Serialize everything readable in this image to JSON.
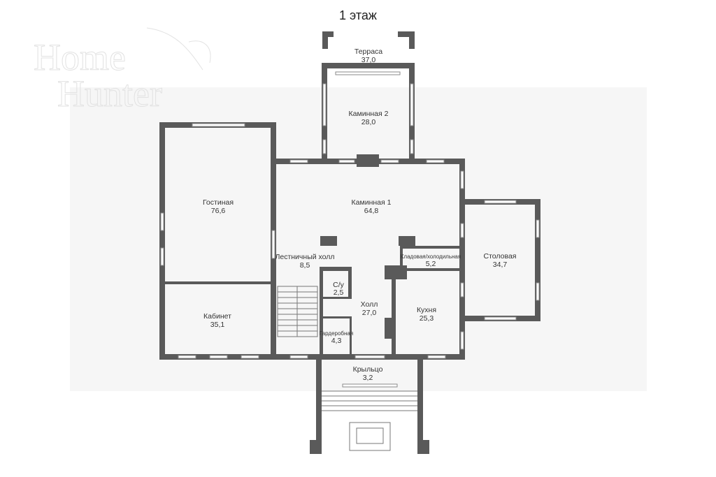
{
  "title": "1 этаж",
  "logo": {
    "line1": "Home",
    "line2": "Hunter"
  },
  "colors": {
    "wall": "#5a5a5a",
    "background": "#ffffff",
    "text": "#333333"
  },
  "rooms": [
    {
      "name": "Терраса",
      "area": "37,0"
    },
    {
      "name": "Каминная 2",
      "area": "28,0"
    },
    {
      "name": "Гостиная",
      "area": "76,6"
    },
    {
      "name": "Каминная 1",
      "area": "64,8"
    },
    {
      "name": "Столовая",
      "area": "34,7"
    },
    {
      "name": "Лестничный холл",
      "area": "8,5"
    },
    {
      "name": "Кладовая/холодильная",
      "area": "5,2"
    },
    {
      "name": "С/у",
      "area": "2,5"
    },
    {
      "name": "Холл",
      "area": "27,0"
    },
    {
      "name": "Кухня",
      "area": "25,3"
    },
    {
      "name": "Кабинет",
      "area": "35,1"
    },
    {
      "name": "Гардеробная",
      "area": "4,3"
    },
    {
      "name": "Крыльцо",
      "area": "3,2"
    }
  ]
}
